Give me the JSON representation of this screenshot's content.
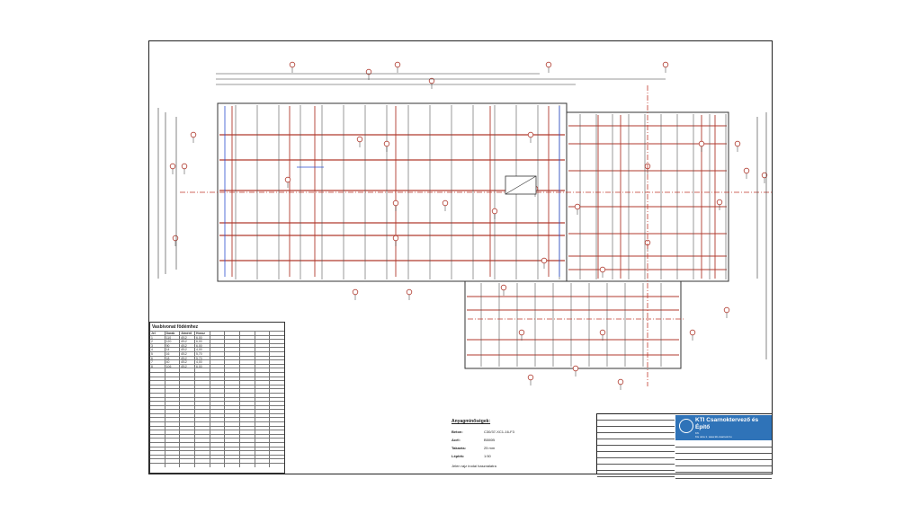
{
  "table": {
    "title": "Vasbivonat födémhez",
    "headers": [
      "Jel",
      "Darab",
      "Átmérő",
      "Hossz",
      "",
      "",
      "",
      "",
      ""
    ],
    "rows": [
      [
        "1",
        "110",
        "Ø12",
        "6,00",
        "",
        "",
        "",
        "",
        ""
      ],
      [
        "2",
        "120",
        "Ø12",
        "6,00",
        "",
        "",
        "",
        "",
        ""
      ],
      [
        "3",
        "90",
        "Ø12",
        "6,00",
        "",
        "",
        "",
        "",
        ""
      ],
      [
        "4",
        "14",
        "Ø12",
        "4,00",
        "",
        "",
        "",
        "",
        ""
      ],
      [
        "5",
        "16",
        "Ø12",
        "5,70",
        "",
        "",
        "",
        "",
        ""
      ],
      [
        "6",
        "18",
        "Ø12",
        "5,70",
        "",
        "",
        "",
        "",
        ""
      ],
      [
        "7",
        "40",
        "Ø12",
        "4,00",
        "",
        "",
        "",
        "",
        ""
      ],
      [
        "8",
        "106",
        "Ø12",
        "6,00",
        "",
        "",
        "",
        "",
        ""
      ]
    ]
  },
  "notes": {
    "title": "Anyagminőségek:",
    "lines": [
      {
        "label": "Beton:",
        "value": "C30/37-XC1-16-F3"
      },
      {
        "label": "Acél:",
        "value": "B500B"
      },
      {
        "label": "Takarás:",
        "value": "25 mm"
      },
      {
        "label": "Lépték:",
        "value": "1:50"
      }
    ],
    "footer": "Jelen rajz irodai használatra"
  },
  "title_block": {
    "company": "KTI Csarnoktervező és Építő",
    "company_sub": "Kft.",
    "address": "Kis utca 1. www.kti-csarnok.hu"
  }
}
